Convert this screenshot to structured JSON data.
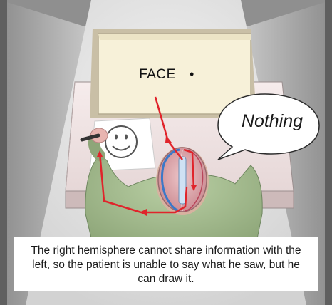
{
  "screen": {
    "word": "FACE",
    "fixation_mark": "•"
  },
  "speech_bubble": {
    "text": "Nothing"
  },
  "caption": {
    "text": "The right hemisphere cannot share information with the left, so the patient is unable to say what he saw, but he can draw it."
  },
  "colors": {
    "pathway": "#e0242b",
    "left_hemisphere_outline": "#3a78c8",
    "hemisphere_fill": "#e3a6ae",
    "patient_shirt": "#a8bf94",
    "room_floor": "#8a8a8a"
  },
  "icons": {
    "drawing": "smiley-face-icon",
    "hand_tool": "marker-icon"
  }
}
